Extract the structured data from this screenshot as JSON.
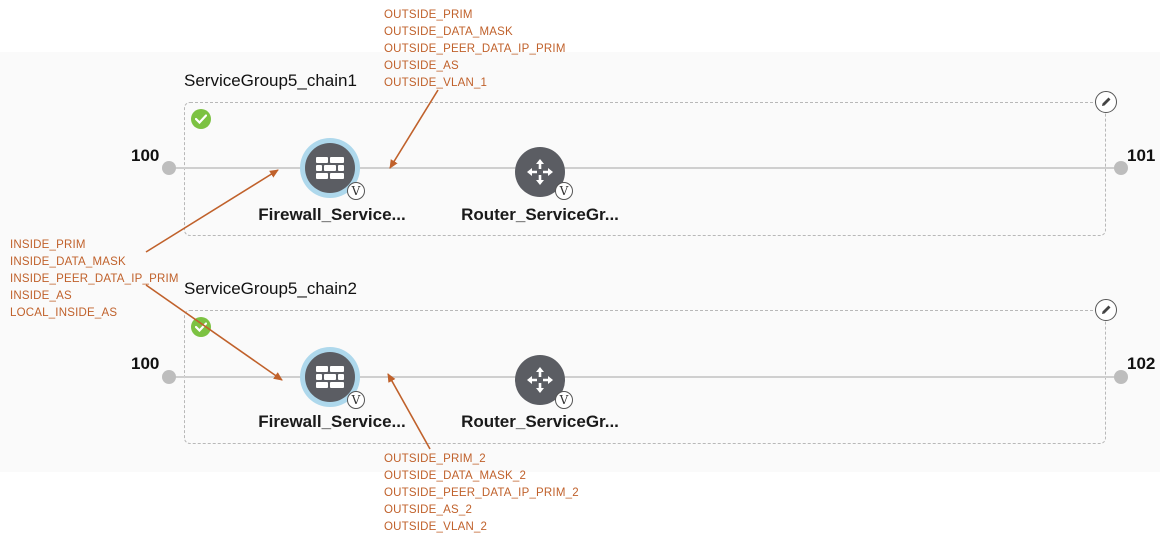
{
  "chains": [
    {
      "title": "ServiceGroup5_chain1",
      "left_endpoint": "100",
      "right_endpoint": "101",
      "firewall_label": "Firewall_Service...",
      "router_label": "Router_ServiceGr...",
      "firewall_badge": "V",
      "router_badge": "V"
    },
    {
      "title": "ServiceGroup5_chain2",
      "left_endpoint": "100",
      "right_endpoint": "102",
      "firewall_label": "Firewall_Service...",
      "router_label": "Router_ServiceGr...",
      "firewall_badge": "V",
      "router_badge": "V"
    }
  ],
  "annotations": {
    "outside_top": [
      "OUTSIDE_PRIM",
      "OUTSIDE_DATA_MASK",
      "OUTSIDE_PEER_DATA_IP_PRIM",
      "OUTSIDE_AS",
      "OUTSIDE_VLAN_1"
    ],
    "inside": [
      "INSIDE_PRIM",
      "INSIDE_DATA_MASK",
      "INSIDE_PEER_DATA_IP_PRIM",
      "INSIDE_AS",
      "LOCAL_INSIDE_AS"
    ],
    "outside_bottom": [
      "OUTSIDE_PRIM_2",
      "OUTSIDE_DATA_MASK_2",
      "OUTSIDE_PEER_DATA_IP_PRIM_2",
      "OUTSIDE_AS_2",
      "OUTSIDE_VLAN_2"
    ]
  },
  "colors": {
    "annotation": "#c0612b",
    "node": "#5b5d63",
    "firewall_ring": "#aed8ec",
    "status_ok": "#7cc242"
  },
  "icons": {
    "status": "check-circle-icon",
    "edit": "pencil-icon",
    "firewall": "firewall-brick-icon",
    "router": "router-arrows-icon"
  }
}
